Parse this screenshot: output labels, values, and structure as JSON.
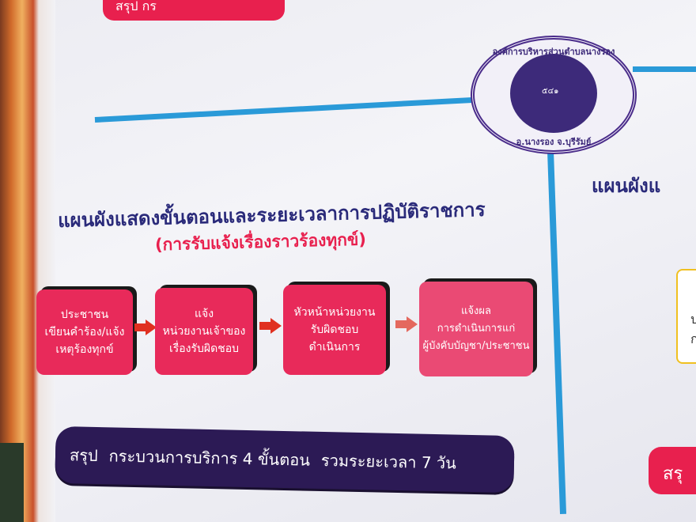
{
  "top_summary_fragment": "สรุป  กร",
  "seal": {
    "top_text": "องค์การบริหารส่วนตำบลนางรอง",
    "bottom_text": "อ.นางรอง จ.บุรีรัมย์",
    "center_number": "๕๔๑"
  },
  "title": "แผนผังแสดงขั้นตอนและระยะเวลาการปฏิบัติราชการ",
  "subtitle": "(การรับแจ้งเรื่องราวร้องทุกข์)",
  "right_title_fragment": "แผนผังแ",
  "steps": [
    {
      "lines": [
        "ประชาชน",
        "เขียนคำร้อง/แจ้ง",
        "เหตุร้องทุกข์"
      ]
    },
    {
      "lines": [
        "แจ้ง",
        "หน่วยงานเจ้าของ",
        "เรื่องรับผิดชอบ"
      ]
    },
    {
      "lines": [
        "หัวหน้าหน่วยงาน",
        "รับผิดชอบ",
        "ดำเนินการ"
      ]
    },
    {
      "lines": [
        "แจ้งผล",
        "การดำเนินการแก่",
        "ผู้บังคับบัญชา/ประชาชน"
      ]
    }
  ],
  "summary": {
    "label": "สรุป",
    "process": "กระบวนการบริการ 4 ขั้นตอน",
    "duration": "รวมระยะเวลา 7 วัน"
  },
  "right_box_fragment": "ป ก",
  "right_summary_fragment": "สรุ",
  "colors": {
    "step": "#e82a5a",
    "summary": "#2c1a55",
    "title": "#2a2a7a",
    "line": "#2a9ad8"
  }
}
